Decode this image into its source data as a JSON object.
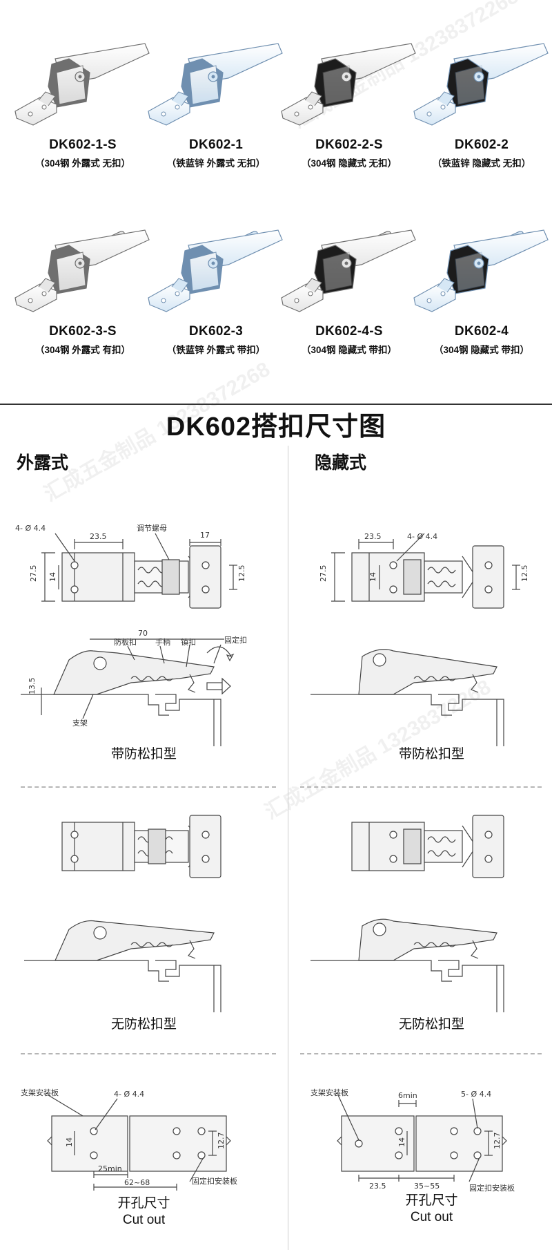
{
  "products": [
    {
      "code": "DK602-1-S",
      "desc": "（304钢 外露式 无扣）",
      "finish": "steel",
      "hidden": false,
      "lock": false
    },
    {
      "code": "DK602-1",
      "desc": "（铁蓝锌 外露式 无扣）",
      "finish": "zinc",
      "hidden": false,
      "lock": false
    },
    {
      "code": "DK602-2-S",
      "desc": "（304钢 隐藏式 无扣）",
      "finish": "steel",
      "hidden": true,
      "lock": false
    },
    {
      "code": "DK602-2",
      "desc": "（铁蓝锌 隐藏式 无扣）",
      "finish": "zinc",
      "hidden": true,
      "lock": false
    },
    {
      "code": "DK602-3-S",
      "desc": "（304钢 外露式 有扣）",
      "finish": "steel",
      "hidden": false,
      "lock": true
    },
    {
      "code": "DK602-3",
      "desc": "（铁蓝锌 外露式 带扣）",
      "finish": "zinc",
      "hidden": false,
      "lock": true
    },
    {
      "code": "DK602-4-S",
      "desc": "（304钢 隐藏式 带扣）",
      "finish": "steel",
      "hidden": true,
      "lock": true
    },
    {
      "code": "DK602-4",
      "desc": "（304钢 隐藏式 带扣）",
      "finish": "zinc",
      "hidden": true,
      "lock": true
    }
  ],
  "main_title": "DK602搭扣尺寸图",
  "sections": {
    "exposed": "外露式",
    "hidden": "隐藏式"
  },
  "dims": {
    "d1": "23.5",
    "d2": "17",
    "d3": "27.5",
    "d4": "14",
    "d5": "12.5",
    "d6": "70",
    "d7": "13.5",
    "hole4": "4- Ø 4.4",
    "hole5": "5- Ø 4.4",
    "cut_d1": "25min",
    "cut_d2": "62~68",
    "cut_d3": "14",
    "cut_d4": "12.7",
    "cut_d5": "6min",
    "cut_d6": "23.5",
    "cut_d7": "35~55"
  },
  "labels": {
    "nut": "调节螺母",
    "guard": "防板扣",
    "handle": "手柄",
    "hook": "镇扣",
    "fixed": "固定扣",
    "bracket": "支架",
    "bracket_plate": "支架安装板",
    "fixed_plate": "固定扣安装板"
  },
  "captions": {
    "with_lock": "带防松扣型",
    "no_lock": "无防松扣型",
    "cutout_cn": "开孔尺寸",
    "cutout_en": "Cut out"
  },
  "watermark": "汇成五金制品 13238372268",
  "colors": {
    "steel_light": "#e6e6e6",
    "steel_dark": "#6f6f6f",
    "zinc_light": "#d6e7f5",
    "zinc_dark": "#6f8fb0",
    "black_inner": "#1c1c1c",
    "line": "#444444"
  }
}
